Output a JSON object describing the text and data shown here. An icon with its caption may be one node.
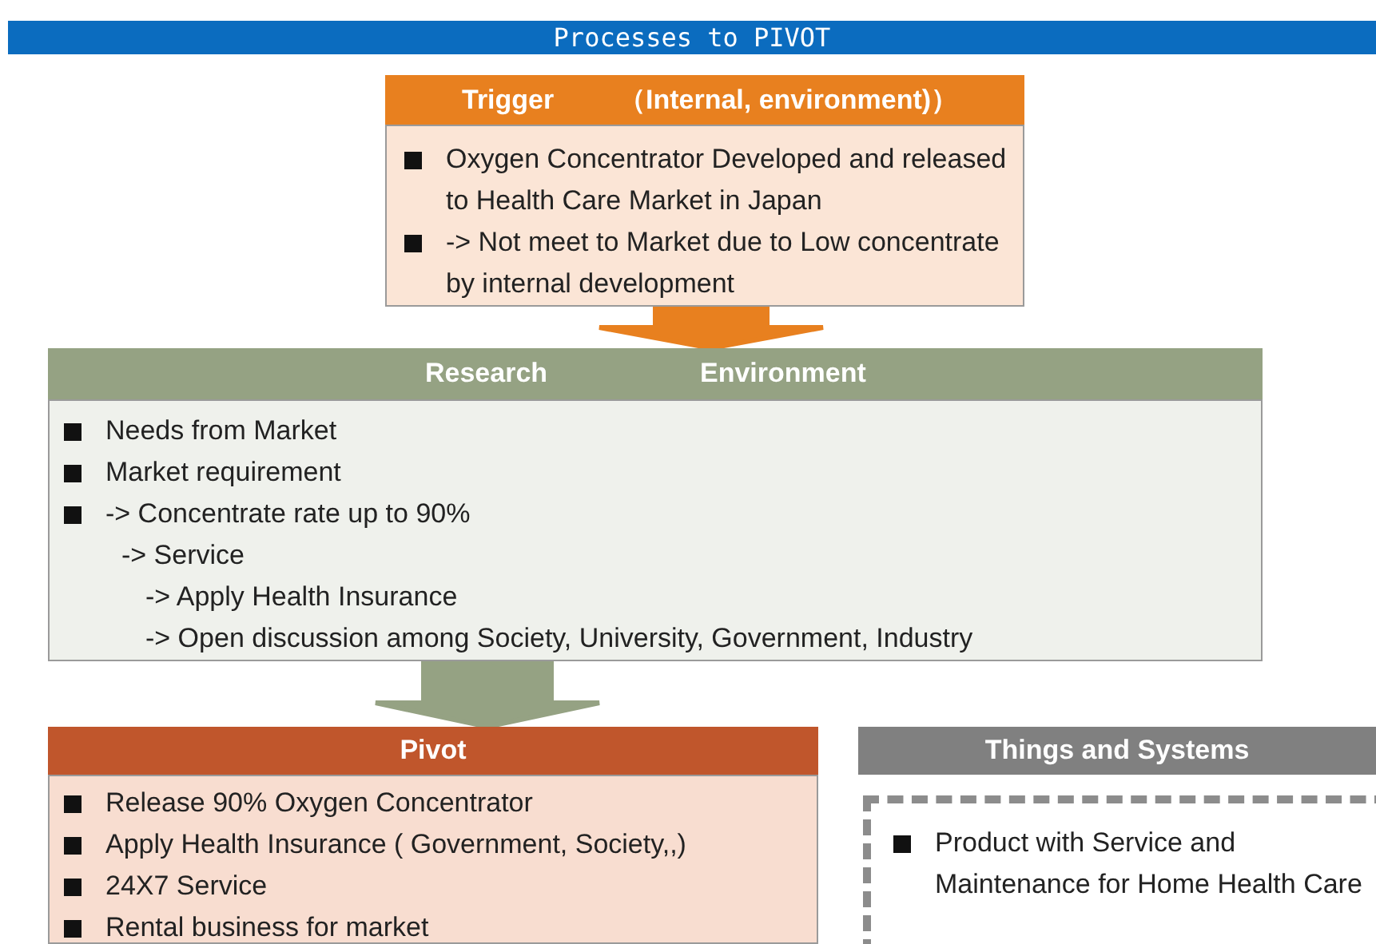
{
  "diagram": {
    "title": "Processes to PIVOT",
    "nodes": [
      {
        "text": [
          "Trigger",
          "（Internal, environment)）",
          "Oxygen Concentrator Developed and released to Health Care Market in Japan",
          "-> Not meet to Market due to Low concentrate by internal development"
        ]
      },
      {
        "text": [
          "Research",
          "Environment",
          "Needs from Market",
          "Market requirement",
          "-> Concentrate rate up to 90%",
          "-> Service",
          "-> Apply Health Insurance",
          "-> Open discussion among Society, University, Government, Industry"
        ]
      },
      {
        "text": [
          "Pivot",
          "Release 90% Oxygen Concentrator",
          "Apply Health Insurance ( Government, Society,,)",
          "24X7 Service",
          "Rental business for market"
        ]
      },
      {
        "text": [
          "Things and Systems"
        ]
      },
      {
        "text": [
          "Product with Service and Maintenance for Home Health Care"
        ]
      }
    ],
    "edges": [
      {
        "from": 0,
        "to": 1,
        "arrow": "to",
        "style": "thick",
        "color": "#e8801f"
      },
      {
        "from": 1,
        "to": 2,
        "arrow": "to",
        "style": "thick",
        "color": "#95a283"
      }
    ]
  }
}
